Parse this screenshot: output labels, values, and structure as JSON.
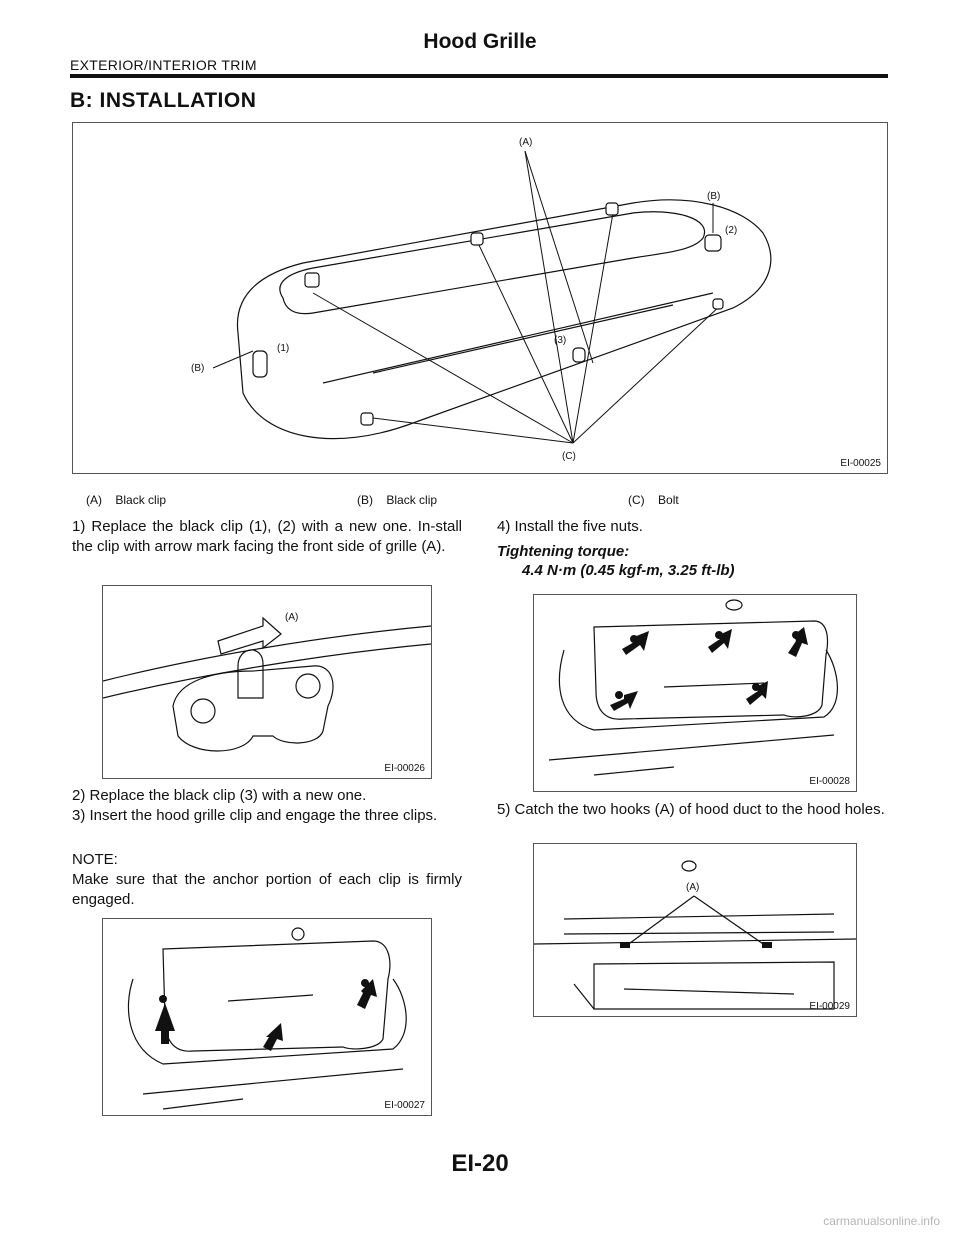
{
  "header": {
    "title": "Hood Grille",
    "section": "EXTERIOR/INTERIOR TRIM"
  },
  "heading": "B:  INSTALLATION",
  "figure_main": {
    "code": "EI-00025",
    "labels": {
      "a": "(A)",
      "b_left": "(B)",
      "b_right": "(B)",
      "one": "(1)",
      "two": "(2)",
      "three": "(3)",
      "c": "(C)"
    }
  },
  "legend": [
    {
      "key": "(A)",
      "text": "Black clip"
    },
    {
      "key": "(B)",
      "text": "Black clip"
    },
    {
      "key": "(C)",
      "text": "Bolt"
    }
  ],
  "steps": {
    "step1": "1) Replace the black clip (1), (2) with a new one. In-stall the clip with arrow mark facing the front side of grille (A).",
    "step2": "2) Replace the black clip (3) with a new one.",
    "step3": "3) Insert the hood grille clip and engage the three clips.",
    "step4": "4) Install the five nuts.",
    "step5": "5) Catch the two hooks (A) of hood duct to the hood holes."
  },
  "note": {
    "title": "NOTE:",
    "text": "Make sure that the anchor portion of each clip is firmly engaged."
  },
  "torque": {
    "title": "Tightening torque:",
    "value": "4.4 N·m (0.45 kgf-m, 3.25 ft-lb)"
  },
  "figure_26": {
    "code": "EI-00026",
    "label_a": "(A)"
  },
  "figure_27": {
    "code": "EI-00027"
  },
  "figure_28": {
    "code": "EI-00028"
  },
  "figure_29": {
    "code": "EI-00029",
    "label_a": "(A)"
  },
  "footer": {
    "page_number": "EI-20",
    "watermark": "carmanualsonline.info"
  }
}
